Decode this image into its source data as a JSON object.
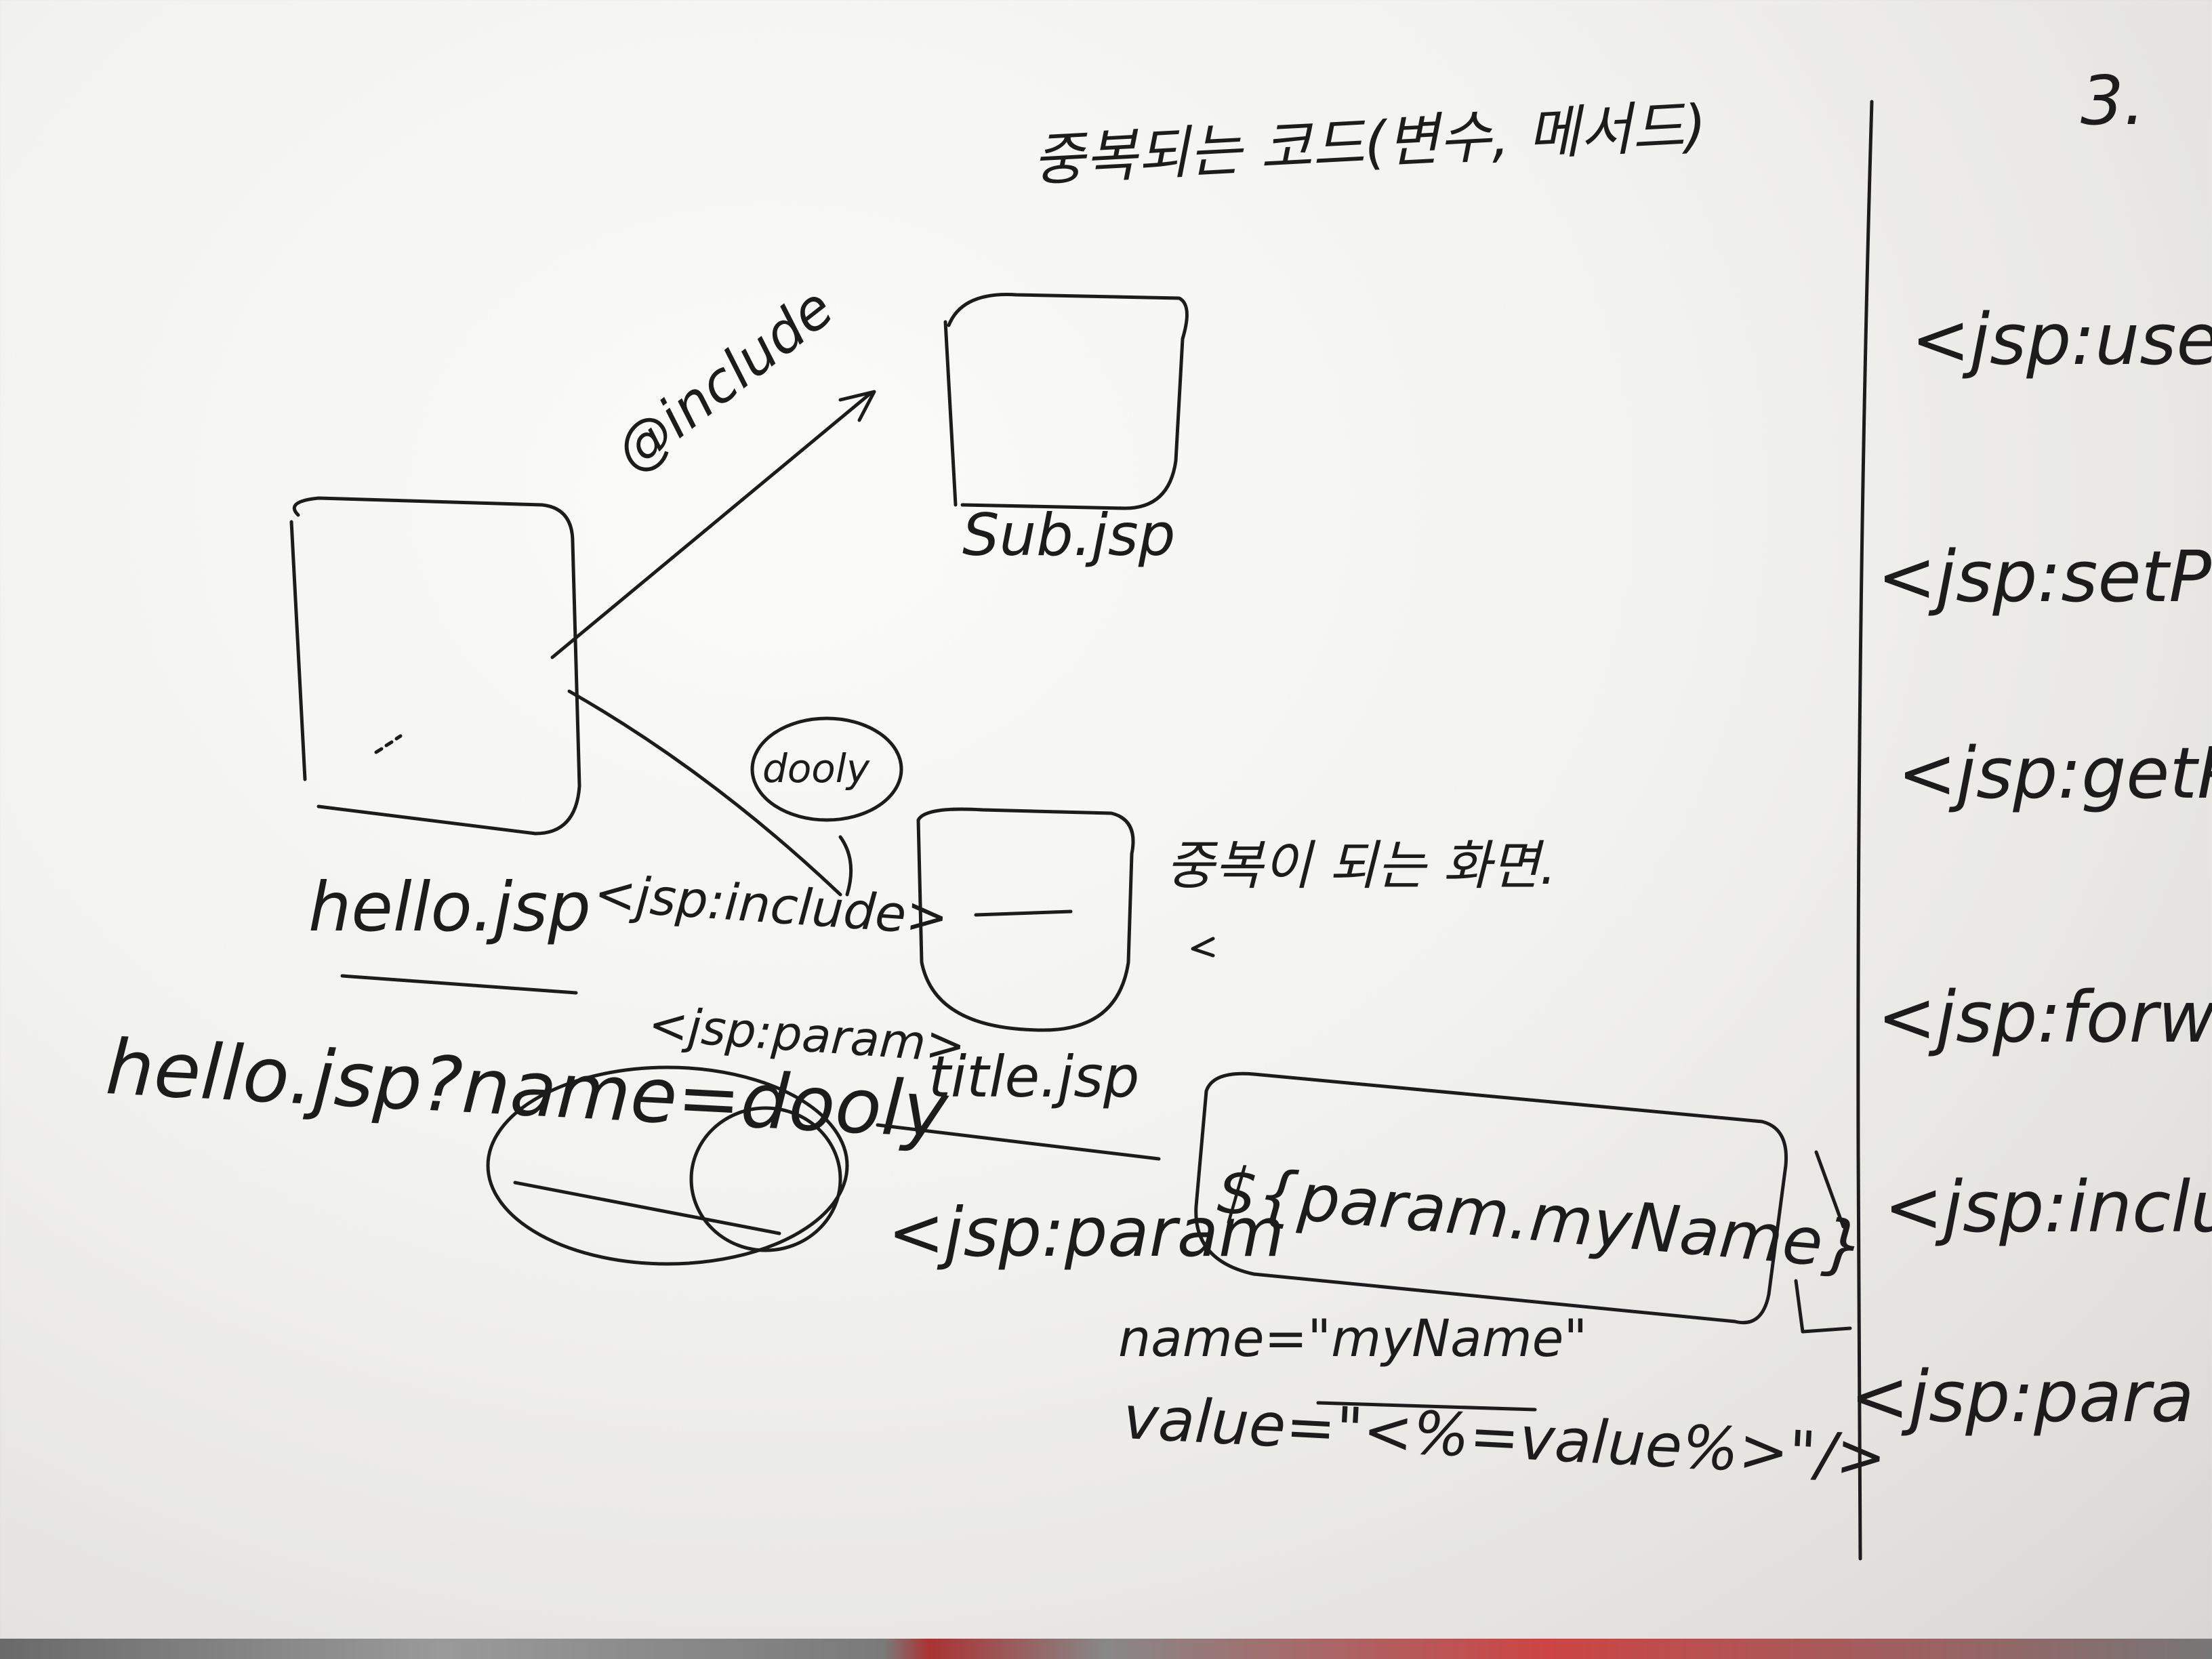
{
  "board": {
    "title_note": "중복되는 코드(변수, 메서드)",
    "directive": "@include",
    "sub_label": "Sub.jsp",
    "hello_label": "hello.jsp",
    "include_tag": "<jsp:include>",
    "param_tag": "<jsp:param>",
    "title_label": "title.jsp",
    "dup_screen_note": "중복이 되는 화면.",
    "bubble": "dooly",
    "query": "hello.jsp?name=dooly",
    "el_expr": "${param.myName}",
    "param_open": "<jsp:param",
    "param_name": "name=\"myName\"",
    "param_value": "value=\"<%=value%>\"/>",
    "section_number": "3.",
    "right_list": [
      "<jsp:use",
      "<jsp:setP",
      "<jsp:getP",
      "<jsp:forw",
      "<jsp:inclu",
      "<jsp:para"
    ]
  },
  "colors": {
    "ink": "#1c1c1c",
    "board": "#f2f2f0"
  }
}
